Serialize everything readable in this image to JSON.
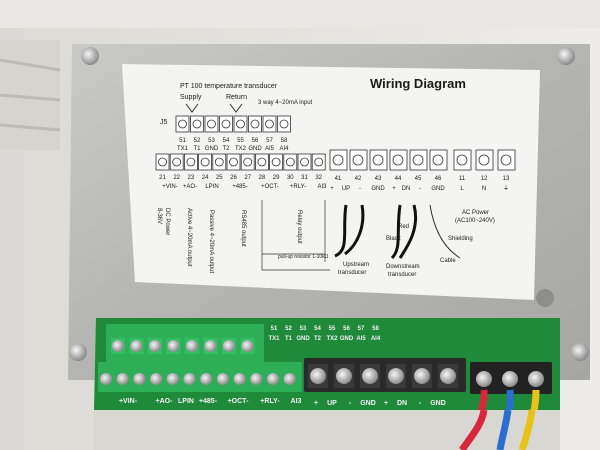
{
  "label": {
    "heading": "Wiring Diagram",
    "pt100_title": "PT 100 temperature transducer",
    "supply": "Supply",
    "return": "Return",
    "three_way": "3 way 4~20mA input",
    "j5": "J5",
    "top_nums": [
      "51",
      "52",
      "53",
      "54",
      "55",
      "56",
      "57",
      "58"
    ],
    "top_names": [
      "TX1",
      "T1",
      "GND",
      "T2",
      "TX2",
      "GND",
      "AI5",
      "AI4"
    ],
    "bot_nums": [
      "21",
      "22",
      "23",
      "24",
      "25",
      "26",
      "27",
      "28",
      "29",
      "30",
      "31",
      "32"
    ],
    "groups": [
      "+VIN-",
      "+AO-",
      "LPIN",
      "+485-",
      "+OCT-",
      "+RLY-",
      "AI3"
    ],
    "right_nums": [
      "41",
      "42",
      "43",
      "44",
      "45",
      "46",
      "11",
      "12",
      "13"
    ],
    "right_groups": [
      "+",
      "UP",
      "-",
      "GND",
      "+",
      "DN",
      "-",
      "GND",
      "L",
      "N",
      "⏚"
    ],
    "dc_power": "DC Power",
    "dc_volt": "8-36V",
    "active": "Active 4~20mA output",
    "passive": "Passive 4~20mA output",
    "rs485": "RS485 output",
    "relay": "Relay output",
    "pullup": "pull-up resistor 1-10kΩ",
    "upstream": "Upstream",
    "downstream": "Downstream",
    "transducer": "transducer",
    "red": "Red",
    "black": "Black",
    "shielding": "Shielding",
    "cable": "Cable",
    "ac_power": "AC Power",
    "ac_volt": "(AC100~240V)"
  },
  "board": {
    "top_nums": [
      "51",
      "52",
      "53",
      "54",
      "55",
      "56",
      "57",
      "58"
    ],
    "top_names": [
      "TX1",
      "T1",
      "GND",
      "T2",
      "TX2",
      "GND",
      "AI5",
      "AI4"
    ],
    "bottom_groups": [
      "+VIN-",
      "+AO-",
      "LPIN",
      "+485-",
      "+OCT-",
      "+RLY-",
      "AI3"
    ],
    "right_groups": [
      "+",
      "UP",
      "-",
      "GND",
      "+",
      "DN",
      "-",
      "GND"
    ]
  },
  "colors": {
    "pcb": "#1f8a3a",
    "terminal_green": "#2fae58",
    "label_bg": "#f4f4f2",
    "wire_red": "#d8263b",
    "wire_blue": "#2a6fd0",
    "wire_yellow": "#e7c21a"
  }
}
